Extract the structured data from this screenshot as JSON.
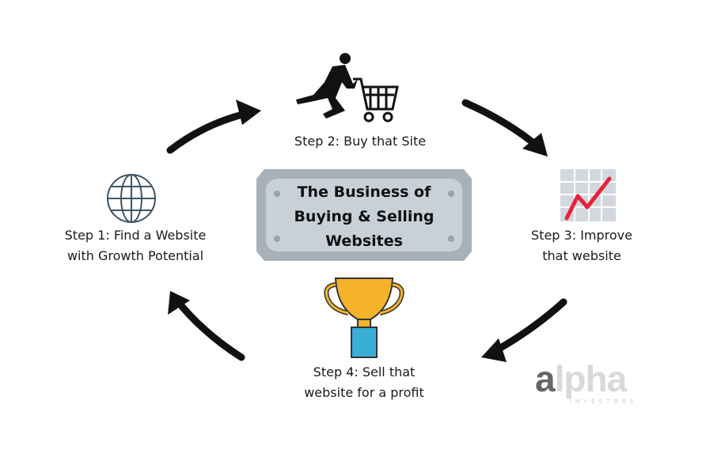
{
  "title": "The Business of Buying & Selling Websites",
  "title_lines": [
    "The Business of",
    "Buying & Selling",
    "Websites"
  ],
  "steps": [
    {
      "lines": [
        "Step 1: Find a Website",
        "with Growth Potential"
      ],
      "icon": "globe-icon"
    },
    {
      "lines": [
        "Step 2: Buy that Site"
      ],
      "icon": "shopping-cart-runner-icon"
    },
    {
      "lines": [
        "Step 3: Improve",
        "that website"
      ],
      "icon": "growth-chart-icon"
    },
    {
      "lines": [
        "Step 4: Sell that",
        "website for a profit"
      ],
      "icon": "trophy-icon"
    }
  ],
  "logo": {
    "text_a": "a",
    "text_rest": "lpha",
    "subtitle": "INVESTORS"
  },
  "colors": {
    "plaque": "#a9b1b8",
    "plaque_inner": "#c9d1d8",
    "trophy": "#f5b32a",
    "trophy_base": "#3aaed8",
    "chart_line": "#e8213a"
  }
}
